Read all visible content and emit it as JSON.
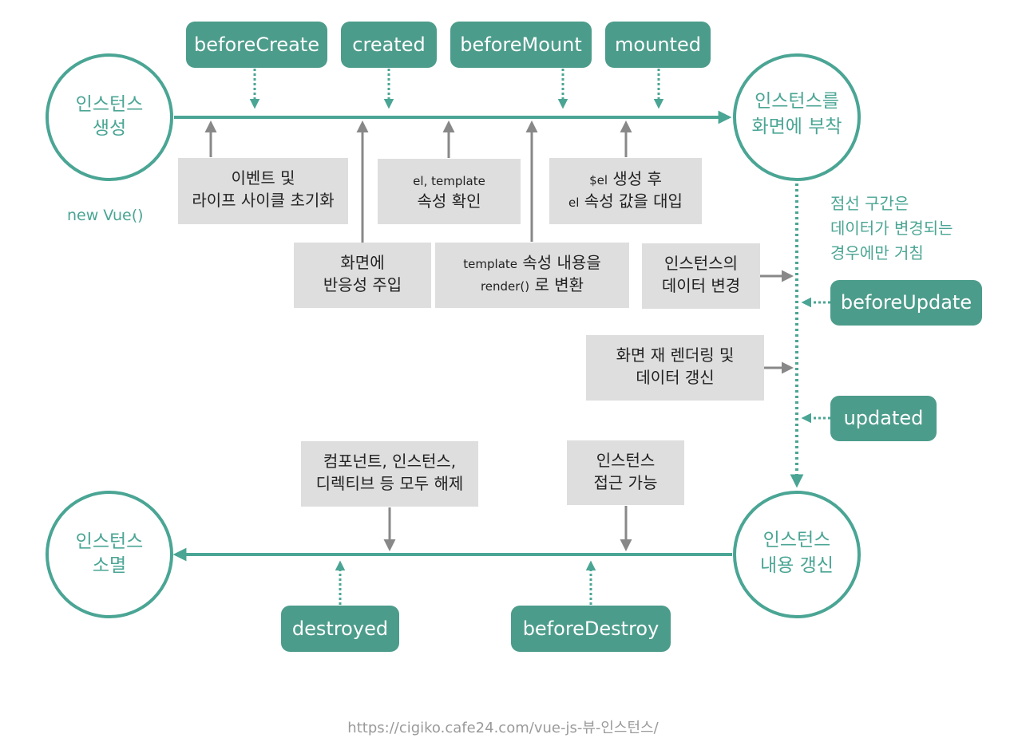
{
  "colors": {
    "teal": "#4aa594",
    "hook_fill": "#4c9c8b",
    "box_fill": "#dedede",
    "gray_arrow": "#888888",
    "text": "#222222"
  },
  "circles": {
    "instance_create": [
      "인스턴스",
      "생성"
    ],
    "instance_mount": [
      "인스턴스를",
      "화면에 부착"
    ],
    "instance_update": [
      "인스턴스",
      "내용 갱신"
    ],
    "instance_destroy": [
      "인스턴스",
      "소멸"
    ]
  },
  "hooks": {
    "before_create": "beforeCreate",
    "created": "created",
    "before_mount": "beforeMount",
    "mounted": "mounted",
    "before_update": "beforeUpdate",
    "updated": "updated",
    "before_destroy": "beforeDestroy",
    "destroyed": "destroyed"
  },
  "boxes": {
    "event_init": [
      "이벤트 및",
      "라이프 사이클 초기화"
    ],
    "reactivity": [
      "화면에",
      "반응성 주입"
    ],
    "el_template_check": {
      "line1": "el, template",
      "line2": "속성 확인"
    },
    "template_render": {
      "line1_small": "template",
      "line1_rest": " 속성 내용을",
      "line2_small": "render()",
      "line2_rest": " 로 변환"
    },
    "el_assign": {
      "line1_small": "$el",
      "line1_rest": " 생성 후",
      "line2_small": "el",
      "line2_rest": " 속성 값을 대입"
    },
    "data_change": [
      "인스턴스의",
      "데이터 변경"
    ],
    "rerender": [
      "화면 재 렌더링 및",
      "데이터 갱신"
    ],
    "teardown": [
      "컴포넌트, 인스턴스,",
      "디렉티브 등 모두 해제"
    ],
    "instance_access": [
      "인스턴스",
      "접근 가능"
    ]
  },
  "labels": {
    "new_vue": "new Vue()",
    "dotted_note": [
      "점선 구간은",
      "데이터가 변경되는",
      "경우에만 거침"
    ]
  },
  "footer": {
    "url": "https://cigiko.cafe24.com/vue-js-뷰-인스턴스/"
  }
}
